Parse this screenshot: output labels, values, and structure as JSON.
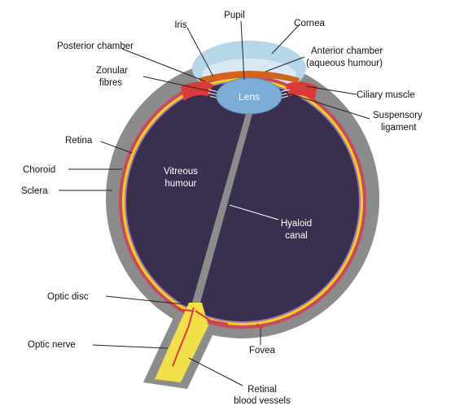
{
  "labels": {
    "pupil": "Pupil",
    "iris": "Iris",
    "cornea": "Cornea",
    "posterior_chamber": "Posterior chamber",
    "anterior_chamber_1": "Anterior chamber",
    "anterior_chamber_2": "(aqueous humour)",
    "zonular_1": "Zonular",
    "zonular_2": "fibres",
    "lens": "Lens",
    "ciliary_muscle": "Ciliary muscle",
    "suspensory_1": "Suspensory",
    "suspensory_2": "ligament",
    "retina": "Retina",
    "choroid": "Choroid",
    "sclera": "Sclera",
    "vitreous_1": "Vitreous",
    "vitreous_2": "humour",
    "hyaloid_1": "Hyaloid",
    "hyaloid_2": "canal",
    "optic_disc": "Optic disc",
    "optic_nerve": "Optic nerve",
    "fovea": "Fovea",
    "retinal_1": "Retinal",
    "retinal_2": "blood vessels"
  },
  "colors": {
    "sclera": "#8c8c8c",
    "vitreous": "#3b2f4f",
    "choroid": "#d94a5a",
    "retina": "#f2d21c",
    "lens": "#7aaed6",
    "cornea": "#b6d6ea",
    "iris": "#d2631d",
    "ciliary": "#d93a3a",
    "nerve": "#f2e04a"
  }
}
